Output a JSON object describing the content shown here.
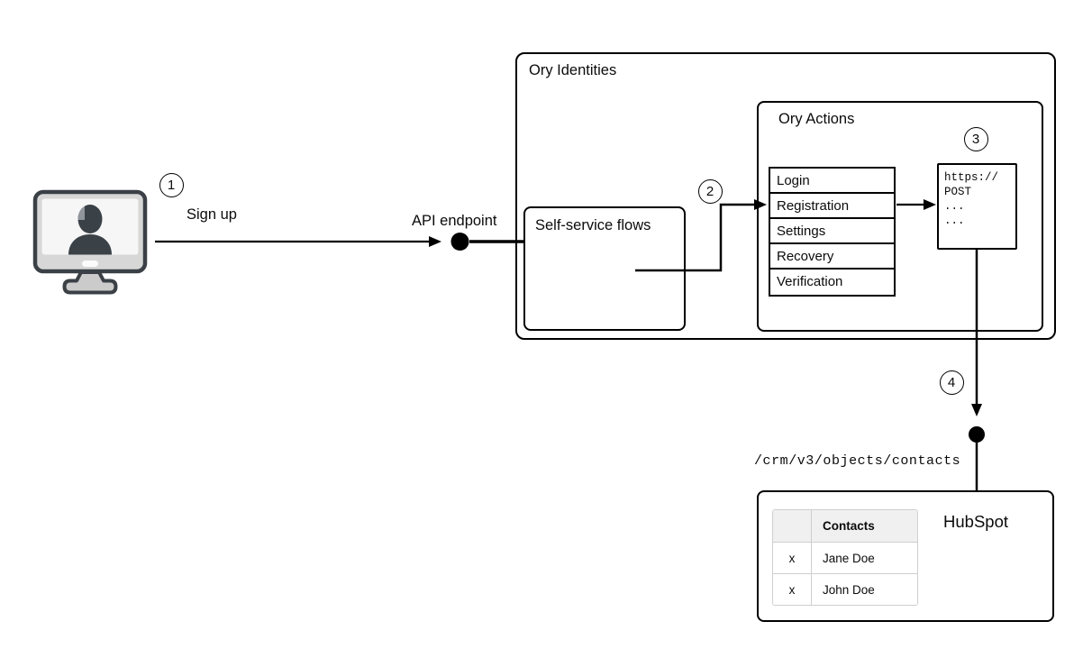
{
  "colors": {
    "background": "#ffffff",
    "line": "#000000",
    "box_border": "#000000",
    "badge_bg": "#ffffff",
    "contacts_header_bg": "#f0f0f0",
    "contacts_table_border": "#cfcfcf",
    "monitor_body": "#d7d7d7",
    "monitor_screen": "#f6f6f6",
    "monitor_border": "#3a4045",
    "silhouette": "#3a4147"
  },
  "actor": {
    "icon": "monitor-user-icon"
  },
  "steps": [
    {
      "n": "1",
      "label": "Sign up"
    },
    {
      "n": "2"
    },
    {
      "n": "3"
    },
    {
      "n": "4"
    }
  ],
  "api_endpoint": {
    "label": "API endpoint",
    "icon": "endpoint-dot-icon"
  },
  "ory_identities": {
    "title": "Ory Identities",
    "self_service_flows": {
      "title": "Self-service flows"
    },
    "ory_actions": {
      "title": "Ory Actions",
      "flows": [
        "Login",
        "Registration",
        "Settings",
        "Recovery",
        "Verification"
      ],
      "webhook": {
        "code_lines": [
          "https://",
          "POST",
          "...",
          "..."
        ]
      }
    }
  },
  "hubspot": {
    "title": "HubSpot",
    "endpoint_path": "/crm/v3/objects/contacts",
    "endpoint_icon": "endpoint-dot-icon",
    "contacts_table": {
      "columns": [
        "",
        "Contacts"
      ],
      "rows": [
        {
          "select": "x",
          "name": "Jane Doe"
        },
        {
          "select": "x",
          "name": "John Doe"
        }
      ]
    }
  }
}
